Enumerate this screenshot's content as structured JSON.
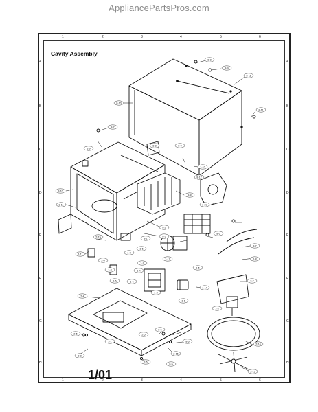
{
  "watermark": "AppliancePartsPros.com",
  "title": "Cavity Assembly",
  "page_number": "1/01",
  "grid": {
    "columns": [
      "1",
      "2",
      "3",
      "4",
      "5",
      "6"
    ],
    "rows": [
      "A",
      "B",
      "C",
      "D",
      "E",
      "F",
      "G",
      "H"
    ]
  },
  "callouts": [
    "8-8",
    "8-9",
    "8-11",
    "8-10",
    "8-11",
    "8-7",
    "1-9",
    "8-8",
    "8-9",
    "1-10",
    "8-12",
    "3-10",
    "1-1C",
    "8-8",
    "3-11",
    "8-2",
    "8-3",
    "8-1",
    "1-6",
    "2-15",
    "1-11",
    "2-6",
    "1-8",
    "1-12",
    "1-7",
    "1-3",
    "8-7",
    "1-6",
    "1-8",
    "1-4",
    "1-5",
    "1-6",
    "8-6",
    "2-4",
    "1-14",
    "1-1",
    "1-2",
    "2-7",
    "1-3",
    "2-5",
    "3-1",
    "2-5",
    "8-5",
    "8-6",
    "2-16",
    "2-6",
    "8-5",
    "8-8",
    "2-14",
    "2-13"
  ]
}
